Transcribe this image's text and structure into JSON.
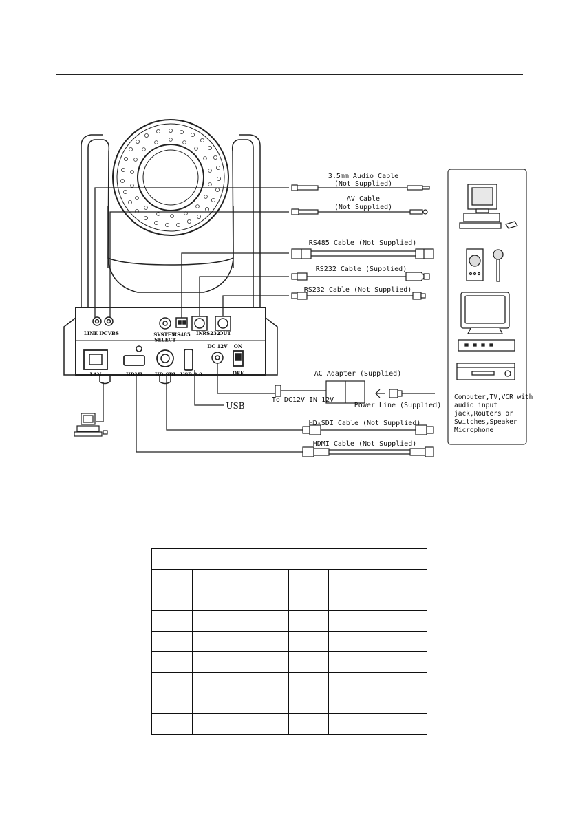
{
  "diagram": {
    "port_labels": {
      "line_in": "LINE IN",
      "cvbs": "CVBS",
      "system_select": "SYSTEM\nSELECT",
      "rs485": "RS485",
      "rs232_in": "IN",
      "rs232": "RS232",
      "rs232_out": "OUT",
      "switch_on": "ON",
      "switch_off": "OFF",
      "dc12v": "DC 12V",
      "lan": "LAN",
      "hdmi": "HDMI",
      "hd_sdi": "HD-SDI",
      "usb2": "USB 2.0"
    },
    "cable_labels": {
      "audio_cable": "3.5mm Audio Cable",
      "audio_note": "(Not Supplied)",
      "av_cable": "AV Cable",
      "av_note": "(Not Supplied)",
      "rs485_cable": "RS485 Cable (Not Supplied)",
      "rs232_supplied": "RS232 Cable (Supplied)",
      "rs232_not_supplied": "RS232 Cable (Not Supplied)",
      "ac_adapter": "AC Adapter (Supplied)",
      "to_dc12v": "To DC12V IN 12V",
      "power_line": "Power Line (Supplied)",
      "usb": "USB",
      "hd_sdi_cable": "HD-SDI Cable (Not Supplied)",
      "hdmi_cable": "HDMI Cable (Not Supplied)"
    },
    "devices_caption": [
      "Computer,TV,VCR with",
      "audio input",
      "jack,Routers or",
      "Switches,Speaker",
      "Microphone"
    ]
  },
  "table": {
    "title": "",
    "rows": [
      [
        "",
        "",
        "",
        ""
      ],
      [
        "",
        "",
        "",
        ""
      ],
      [
        "",
        "",
        "",
        ""
      ],
      [
        "",
        "",
        "",
        ""
      ],
      [
        "",
        "",
        "",
        ""
      ],
      [
        "",
        "",
        "",
        ""
      ],
      [
        "",
        "",
        "",
        ""
      ],
      [
        "",
        "",
        "",
        ""
      ]
    ]
  }
}
